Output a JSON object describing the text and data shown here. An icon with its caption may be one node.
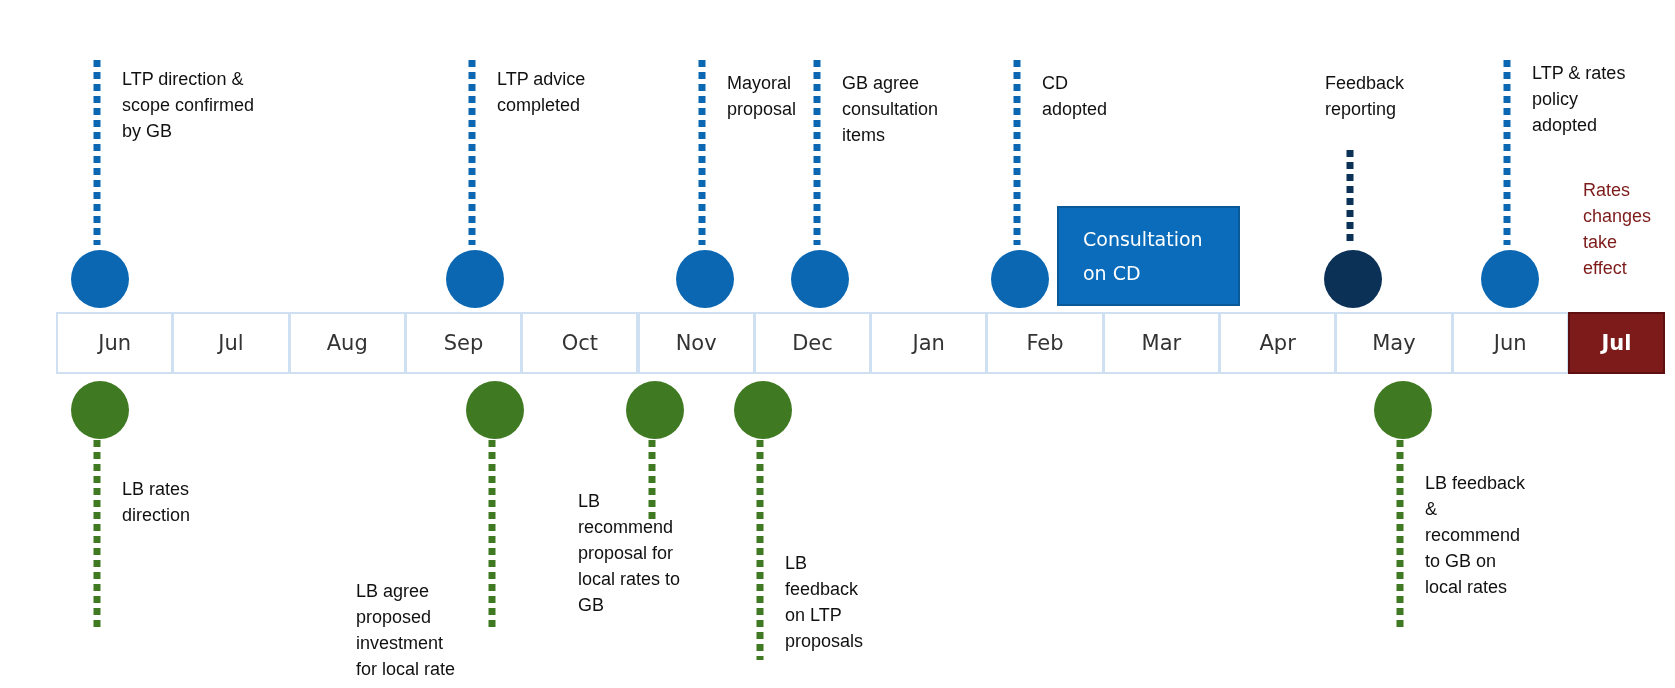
{
  "diagram": {
    "nodes": [
      {
        "text": [
          "Jun"
        ]
      },
      {
        "text": [
          "Jul"
        ]
      },
      {
        "text": [
          "Aug"
        ]
      },
      {
        "text": [
          "Sep"
        ]
      },
      {
        "text": [
          "Oct"
        ]
      },
      {
        "text": [
          "Nov"
        ]
      },
      {
        "text": [
          "Dec"
        ]
      },
      {
        "text": [
          "Jan"
        ]
      },
      {
        "text": [
          "Feb"
        ]
      },
      {
        "text": [
          "Mar"
        ]
      },
      {
        "text": [
          "Apr"
        ]
      },
      {
        "text": [
          "May"
        ]
      },
      {
        "text": [
          "Jun"
        ]
      },
      {
        "text": [
          "Jul"
        ]
      },
      {
        "text": [
          "Consultation on CD"
        ]
      },
      {
        "text": [
          "LTP direction & scope confirmed by GB"
        ]
      },
      {
        "text": [
          "LTP advice completed"
        ]
      },
      {
        "text": [
          "Mayoral proposal"
        ]
      },
      {
        "text": [
          "GB agree consultation items"
        ]
      },
      {
        "text": [
          "CD adopted"
        ]
      },
      {
        "text": [
          "Feedback reporting"
        ]
      },
      {
        "text": [
          "LTP & rates policy adopted"
        ]
      },
      {
        "text": [
          "LB rates direction"
        ]
      },
      {
        "text": [
          "LB agree proposed investment for local rate"
        ]
      },
      {
        "text": [
          "LB recommend proposal for local rates to GB"
        ]
      },
      {
        "text": [
          "LB feedback on LTP proposals"
        ]
      },
      {
        "text": [
          "LB feedback & recommend to GB on local rates"
        ]
      }
    ],
    "labels": [
      "Rates changes take effect"
    ]
  }
}
